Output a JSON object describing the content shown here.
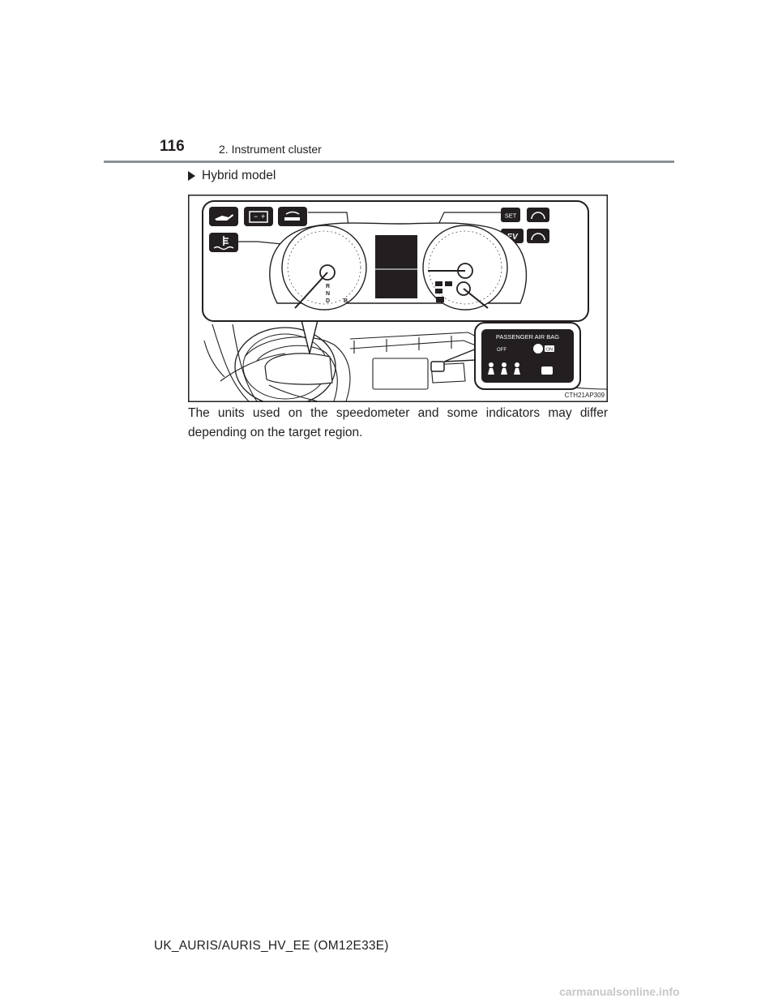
{
  "header": {
    "page_number": "116",
    "section_title": "2. Instrument cluster"
  },
  "subheading": "Hybrid model",
  "figure": {
    "code": "CTH21AP309",
    "set_label": "SET",
    "gear_labels": [
      "R",
      "N",
      "D",
      "B"
    ],
    "airbag_panel": {
      "title": "PASSENGER AIR BAG",
      "off_label": "OFF",
      "on_label": "ON"
    },
    "indicator_icons_left": [
      "engine-oil-pressure-icon",
      "battery-charge-icon",
      "low-fuel-level-icon",
      "coolant-temperature-icon"
    ],
    "indicator_icons_right": [
      "cruise-control-set-icon",
      "speedometer-icon",
      "ev-mode-icon",
      "power-mode-icon"
    ]
  },
  "body_text": "The units used on the speedometer and some indicators may differ depending on the target region.",
  "footer": {
    "model_code": "UK_AURIS/AURIS_HV_EE (OM12E33E)",
    "watermark": "carmanualsonline.info"
  }
}
